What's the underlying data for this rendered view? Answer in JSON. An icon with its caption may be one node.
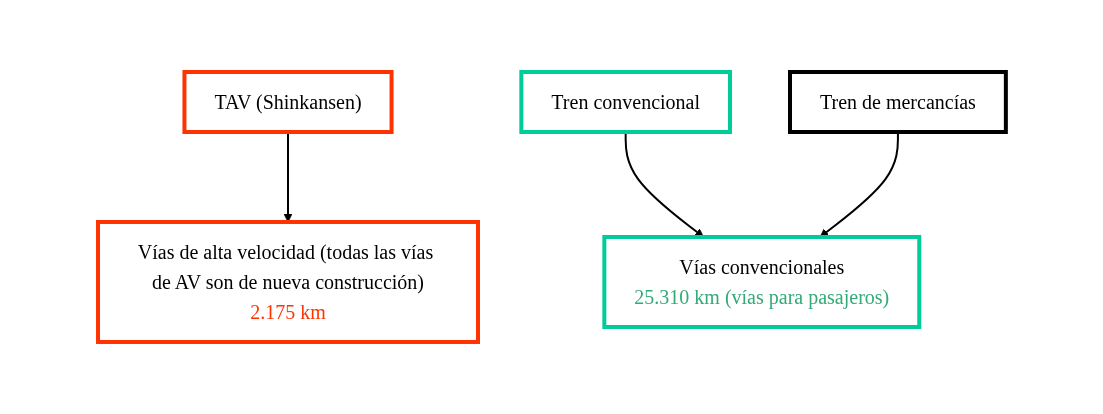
{
  "diagram": {
    "nodes": [
      {
        "text": [
          "TAV (Shinkansen)"
        ]
      },
      {
        "text": [
          "Tren convencional"
        ]
      },
      {
        "text": [
          "Tren de mercancías"
        ]
      },
      {
        "text": [
          "Vías de alta velocidad (todas las vías de AV son de nueva construcción)",
          "2.175 km"
        ]
      },
      {
        "text": [
          "Vías convencionales",
          "25.310 km (vías para pasajeros)"
        ]
      }
    ],
    "edges": [
      {
        "from": 0,
        "to": 3,
        "arrow": "to"
      },
      {
        "from": 1,
        "to": 4,
        "arrow": "to"
      },
      {
        "from": 2,
        "to": 4,
        "arrow": "to"
      }
    ]
  }
}
